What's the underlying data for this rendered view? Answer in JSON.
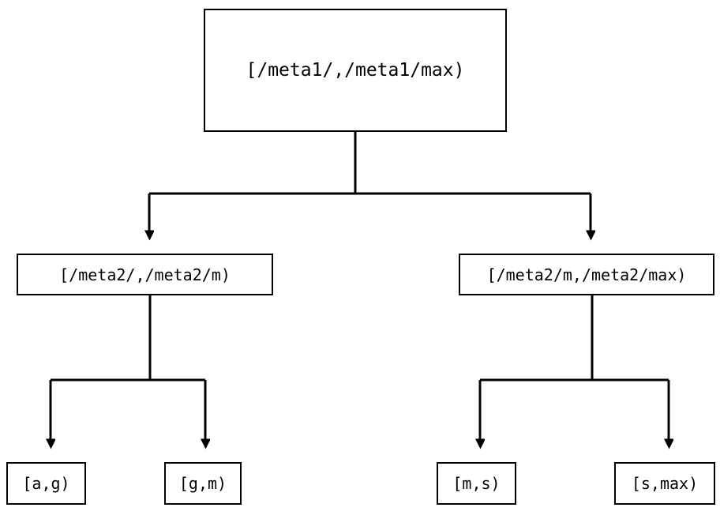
{
  "diagram": {
    "type": "binary-tree",
    "title": "",
    "background_color": "#ffffff",
    "stroke_color": "#000000",
    "text_color": "#000000",
    "nodes": [
      {
        "id": "root",
        "label": "[/meta1/,/meta1/max)",
        "level": 0
      },
      {
        "id": "mid_left",
        "label": "[/meta2/,/meta2/m)",
        "level": 1
      },
      {
        "id": "mid_right",
        "label": "[/meta2/m,/meta2/max)",
        "level": 1
      },
      {
        "id": "leaf_1",
        "label": "[a,g)",
        "level": 2
      },
      {
        "id": "leaf_2",
        "label": "[g,m)",
        "level": 2
      },
      {
        "id": "leaf_3",
        "label": "[m,s)",
        "level": 2
      },
      {
        "id": "leaf_4",
        "label": "[s,max)",
        "level": 2
      }
    ],
    "edges": [
      {
        "from": "root",
        "to": "mid_left",
        "arrow": "triangle"
      },
      {
        "from": "root",
        "to": "mid_right",
        "arrow": "triangle"
      },
      {
        "from": "mid_left",
        "to": "leaf_1",
        "arrow": "triangle"
      },
      {
        "from": "mid_left",
        "to": "leaf_2",
        "arrow": "triangle"
      },
      {
        "from": "mid_right",
        "to": "leaf_3",
        "arrow": "triangle"
      },
      {
        "from": "mid_right",
        "to": "leaf_4",
        "arrow": "triangle"
      }
    ]
  }
}
